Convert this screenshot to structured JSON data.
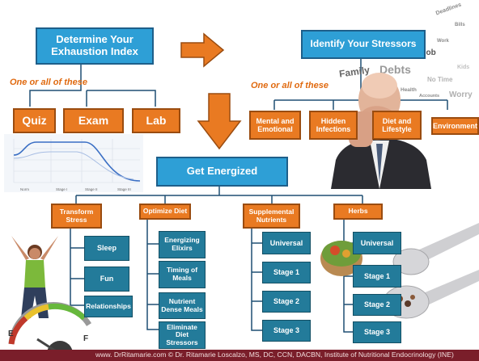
{
  "steps": {
    "exhaustion": "Determine Your Exhaustion Index",
    "stressors": "Identify Your Stressors",
    "energized": "Get Energized"
  },
  "hints": {
    "left": "One or all of these",
    "right": "One or all of these"
  },
  "tests": [
    "Quiz",
    "Exam",
    "Lab"
  ],
  "stressor_types": [
    "Mental and Emotional",
    "Hidden Infections",
    "Diet and Lifestyle",
    "Environment"
  ],
  "categories": {
    "transform": {
      "title": "Transform Stress",
      "items": [
        "Sleep",
        "Fun",
        "Relationships"
      ]
    },
    "diet": {
      "title": "Optimize Diet",
      "items": [
        "Energizing Elixirs",
        "Timing of Meals",
        "Nutrient Dense Meals",
        "Eliminate Diet Stressors"
      ]
    },
    "supplements": {
      "title": "Supplemental Nutrients",
      "items": [
        "Universal",
        "Stage 1",
        "Stage 2",
        "Stage 3"
      ]
    },
    "herbs": {
      "title": "Herbs",
      "items": [
        "Universal",
        "Stage 1",
        "Stage 2",
        "Stage 3"
      ]
    }
  },
  "wordcloud": [
    "Family",
    "Work",
    "Debts",
    "Job",
    "Health",
    "No Time",
    "Deadlines",
    "Worry",
    "Bills",
    "Accounts",
    "Kids"
  ],
  "chart_labels": [
    "Norm",
    "Stage I",
    "Stage II",
    "Stage III"
  ],
  "gauge": {
    "empty_label": "E",
    "full_label": "F"
  },
  "footer": "www. DrRitamarie.com   © Dr. Ritamarie Loscalzo, MS, DC, CCN, DACBN, Institute of Nutritional Endocrinology (INE)",
  "colors": {
    "blue": "#2e9fd6",
    "orange": "#e97a22",
    "teal": "#237b9a",
    "footer": "#7a1e2a"
  }
}
